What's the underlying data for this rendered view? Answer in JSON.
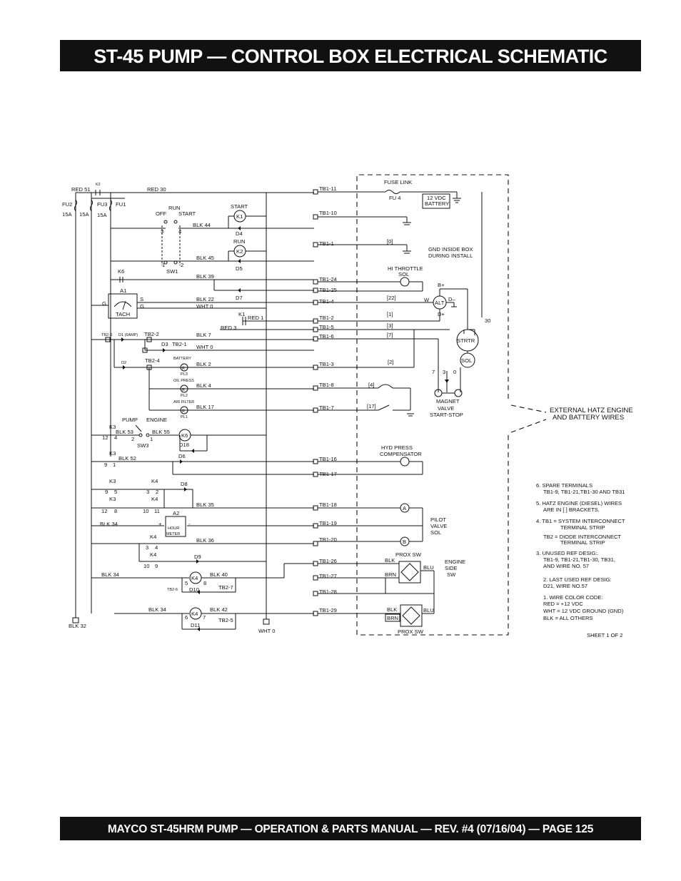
{
  "page": {
    "title": "ST-45 PUMP — CONTROL BOX ELECTRICAL SCHEMATIC",
    "footer": "MAYCO ST-45HRM PUMP — OPERATION & PARTS MANUAL — REV. #4 (07/16/04) — PAGE 125"
  },
  "schematic": {
    "left_fuses": {
      "red51": "RED 51",
      "k2": "K2",
      "red30": "RED 30",
      "fu2": "FU2",
      "fu3": "FU3",
      "fu1": "FU1",
      "a15_1": "15A",
      "a15_2": "15A",
      "a15_3": "15A"
    },
    "switch_sw1": {
      "run": "RUN",
      "off": "OFF",
      "start": "START",
      "t3": "3",
      "t4": "4",
      "t1": "1",
      "t2": "2",
      "name": "SW1"
    },
    "relays": {
      "start": "START",
      "k1": "K1",
      "run": "RUN",
      "k2": "K2",
      "d4": "D4",
      "d5": "D5",
      "d7": "D7",
      "k1b": "K1"
    },
    "wires": {
      "blk44": "BLK 44",
      "blk45": "BLK 45",
      "blk39": "BLK 39",
      "blk22": "BLK  22",
      "wht0": "WHT 0",
      "red1": "RED 1",
      "red3": "RED 3",
      "blk7": "BLK 7",
      "wht0b": "WHT 0",
      "blk2": "BLK 2",
      "blk4": "BLK 4",
      "blk17": "BLK 17",
      "blk53": "BLK 53",
      "blk55": "BLK 55",
      "blk52": "BLK 52",
      "blk35": "BLK 35",
      "blk34a": "BLK 34",
      "blk36": "BLK 36",
      "blk34b": "BLK 34",
      "blk40": "BLK 40",
      "blk34c": "BLK 34",
      "blk42": "BLK 42",
      "blk32": "BLK 32",
      "wht0c": "WHT 0"
    },
    "tach": {
      "k6": "K6",
      "a1": "A1",
      "g": "G",
      "s": "S",
      "g2": "G",
      "name": "TACH"
    },
    "tb2": {
      "tb23": "TB2-3",
      "d1": "D1 (6AMP)",
      "tb22": "TB2-2",
      "d3": "D3",
      "tb21": "TB2-1",
      "d2": "D2",
      "tb24": "TB2-4",
      "tb27": "TB2-7",
      "tb26": "TB2-6",
      "tb25": "TB2-5"
    },
    "lamps": {
      "battery": "BATTERY",
      "pl3": "PL3",
      "oil": "OIL PRESS",
      "pl2": "PL2",
      "air": "AIR FILTER",
      "pl1": "PL1",
      "r": "R"
    },
    "pump_sw3": {
      "pump": "PUMP",
      "engine": "ENGINE",
      "k3a": "K3",
      "n12": "12",
      "n4": "4",
      "n2": "2",
      "n1": "1",
      "sw3": "SW3",
      "k6": "K6",
      "d18": "D18",
      "d6": "D6"
    },
    "lower_relays": {
      "k3b": "K3",
      "n9a": "9",
      "n1a": "1",
      "k3c": "K3",
      "k4a": "K4",
      "n9b": "9",
      "n5a": "5",
      "n3a": "3",
      "n2a": "2",
      "d8": "D8",
      "k3d": "K3",
      "k4b": "K4",
      "n12b": "12",
      "n8a": "8",
      "n10a": "10",
      "n11a": "11",
      "a2": "A2",
      "hour": "HOUR",
      "meter": "METER",
      "plus": "+",
      "minus": "-",
      "k4c": "K4",
      "n3b": "3",
      "n4b": "4",
      "k4d": "K4",
      "n10b": "10",
      "n9c": "9",
      "d9": "D9",
      "k4e": "K4",
      "n5b": "5",
      "n8b": "8",
      "d10": "D10",
      "k4f": "K4",
      "n6": "6",
      "n7": "7",
      "d11": "D11"
    },
    "tb1": {
      "t11": "TB1-11",
      "t10": "TB1-10",
      "t1": "TB1-1",
      "t24": "TB1-24",
      "t25": "TB1-25",
      "t4": "TB1-4",
      "t2": "TB1-2",
      "t5": "TB1-5",
      "t6": "TB1-6",
      "t3": "TB1-3",
      "t8": "TB1-8",
      "t7": "TB1-7",
      "t16": "TB1-16",
      "t17": "TB1-17",
      "t18": "TB1-18",
      "t19": "TB1-19",
      "t20": "TB1-20",
      "t26": "TB1-26",
      "t27": "TB1-27",
      "t28": "TB1-28",
      "t29": "TB1-29"
    },
    "engine_side": {
      "fuse_link": "FUSE LINK",
      "fu4": "FU 4",
      "battery1": "12 VDC",
      "battery2": "BATTERY",
      "b0": "[0]",
      "gnd1": "GND INSIDE BOX",
      "gnd2": "DURING INSTALL",
      "hi1": "HI THROTTLE",
      "hi2": "SOL",
      "bplus": "B+",
      "b22": "[22]",
      "w": "W",
      "alt": "ALT",
      "dminus": "D–",
      "dplus": "D+",
      "b1": "[1]",
      "b3": "[3]",
      "b7": "[7]",
      "n30": "30",
      "strtr": "STRTR",
      "sol": "SOL",
      "b2": "[2]",
      "n7": "7",
      "n3": "3",
      "n0": "0",
      "b4": "[4]",
      "b17": "[17]",
      "mag1": "MAGNET",
      "mag2": "VALVE",
      "mag3": "START-STOP",
      "ext1": "EXTERNAL HATZ ENGINE",
      "ext2": "AND BATTERY WIRES",
      "hyd1": "HYD  PRESS",
      "hyd2": "COMPENSATOR",
      "a": "A",
      "b": "B",
      "pilot1": "PILOT",
      "pilot2": "VALVE",
      "pilot3": "SOL",
      "prox1": "PROX SW",
      "blk": "BLK",
      "brn": "BRN",
      "blu": "BLU",
      "eng1": "ENGINE",
      "eng2": "SIDE",
      "eng3": "SW",
      "blk2": "BLK",
      "blu2": "BLU",
      "brn2": "BRN",
      "prox2": "PROX SW"
    },
    "notes": [
      "6.  SPARE TERMINALS",
      "TB1-9, TB1-21,TB1-30 AND TB31",
      "5.  HATZ ENGINE (DIESEL) WIRES",
      "ARE IN [ ] BRACKETS.",
      "4.  TB1 = SYSTEM INTERCONNECT",
      "TERMINAL STRIP",
      "TB2 = DIODE  INTERCONNECT",
      "TERMINAL STRIP",
      "3.  UNUSED REF DESIG:.",
      "TB1-9, TB1-21,TB1-30, TB31,",
      "AND WIRE NO. 57",
      "2.  LAST USED REF DESIG:",
      "D21, WIRE NO.57",
      "1.  WIRE COLOR CODE:",
      "RED = +12 VDC",
      "WHT = 12 VDC GROUND (GND)",
      "BLK = ALL OTHERS"
    ],
    "sheet": "SHEET 1 OF 2"
  }
}
